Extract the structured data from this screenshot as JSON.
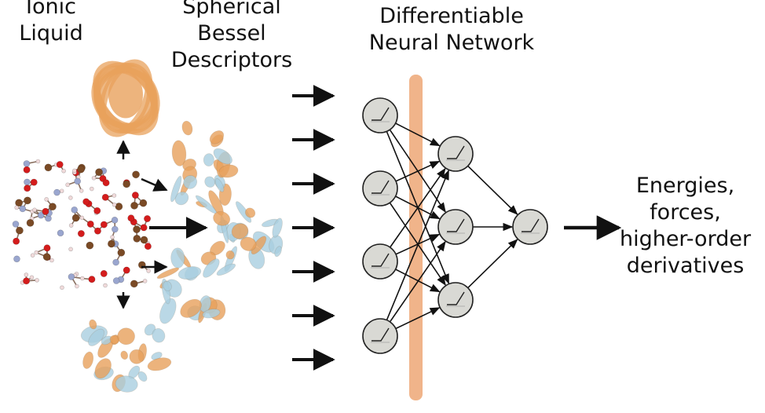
{
  "labels": {
    "ionic_line1": "Ionic",
    "ionic_line2": "Liquid",
    "bessel_line1": "Spherical",
    "bessel_line2": "Bessel",
    "bessel_line3": "Descriptors",
    "nn_line1": "Differentiable",
    "nn_line2": "Neural Network",
    "out_line1": "Energies,",
    "out_line2": "forces,",
    "out_line3": "higher-order",
    "out_line4": "derivatives"
  },
  "colors": {
    "orange_lobe": "#e8a15c",
    "blue_lobe": "#a9cfe0",
    "node_fill": "#d9d9d4",
    "node_stroke": "#222222",
    "barrier": "#f0b48a",
    "atom_carbon": "#7a4a25",
    "atom_oxygen": "#d41c1c",
    "atom_nitrogen": "#9aa6cf",
    "atom_hydrogen": "#f0dada"
  },
  "network": {
    "layers": [
      4,
      3,
      1
    ],
    "activation_icon": "relu-icon"
  }
}
